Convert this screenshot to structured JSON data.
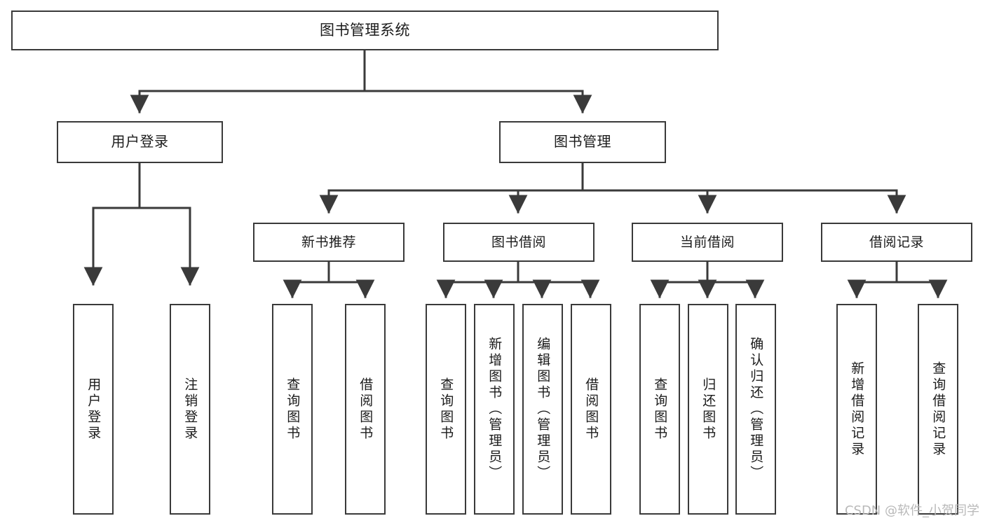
{
  "diagram": {
    "title": "图书管理系统",
    "watermark": "CSDN @软件_小贺同学",
    "line_color": "#3a3a3a",
    "box_fill": "#ffffff",
    "text_color": "#1b1b1b",
    "watermark_color": "#b9b9b9",
    "nodes": {
      "root": "图书管理系统",
      "user_login": "用户登录",
      "book_manage": "图书管理",
      "new_book_recommend": "新书推荐",
      "book_borrow": "图书借阅",
      "current_borrow": "当前借阅",
      "borrow_record": "借阅记录",
      "leaf_user_login": "用户登录",
      "leaf_logout_login": "注销登录",
      "leaf_query_book_1": "查询图书",
      "leaf_borrow_book_1": "借阅图书",
      "leaf_query_book_2": "查询图书",
      "leaf_add_book_admin": "新增图书（管理员）",
      "leaf_edit_book_admin": "编辑图书（管理员）",
      "leaf_borrow_book_2": "借阅图书",
      "leaf_query_book_3": "查询图书",
      "leaf_return_book": "归还图书",
      "leaf_confirm_return_admin": "确认归还（管理员）",
      "leaf_add_borrow_record": "新增借阅记录",
      "leaf_query_borrow_record": "查询借阅记录"
    },
    "tree": {
      "label": "图书管理系统",
      "children": [
        {
          "label": "用户登录",
          "children": [
            {
              "label": "用户登录",
              "children": []
            },
            {
              "label": "注销登录",
              "children": []
            }
          ]
        },
        {
          "label": "图书管理",
          "children": [
            {
              "label": "新书推荐",
              "children": [
                {
                  "label": "查询图书",
                  "children": []
                },
                {
                  "label": "借阅图书",
                  "children": []
                }
              ]
            },
            {
              "label": "图书借阅",
              "children": [
                {
                  "label": "查询图书",
                  "children": []
                },
                {
                  "label": "新增图书（管理员）",
                  "children": []
                },
                {
                  "label": "编辑图书（管理员）",
                  "children": []
                },
                {
                  "label": "借阅图书",
                  "children": []
                }
              ]
            },
            {
              "label": "当前借阅",
              "children": [
                {
                  "label": "查询图书",
                  "children": []
                },
                {
                  "label": "归还图书",
                  "children": []
                },
                {
                  "label": "确认归还（管理员）",
                  "children": []
                }
              ]
            },
            {
              "label": "借阅记录",
              "children": [
                {
                  "label": "新增借阅记录",
                  "children": []
                },
                {
                  "label": "查询借阅记录",
                  "children": []
                }
              ]
            }
          ]
        }
      ]
    }
  }
}
